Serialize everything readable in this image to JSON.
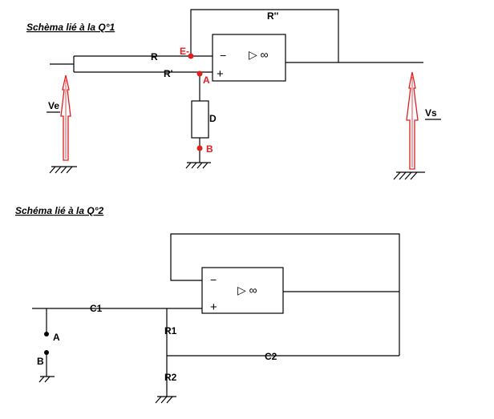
{
  "schema1": {
    "title": "Schèma lié à la Q°1",
    "labels": {
      "r": "R",
      "r_prime": "R'",
      "r_double": "R''",
      "e_minus": "E-",
      "a": "A",
      "b": "B",
      "d": "D",
      "ve": "Ve",
      "vs": "Vs"
    },
    "opamp": {
      "minus": "−",
      "plus": "+",
      "gain_symbol": "▷ ∞"
    }
  },
  "schema2": {
    "title": "Schéma lié à la Q°2",
    "labels": {
      "c1": "C1",
      "c2": "C2",
      "r1": "R1",
      "r2": "R2",
      "a": "A",
      "b": "B"
    },
    "opamp": {
      "minus": "−",
      "plus": "+",
      "gain_symbol": "▷ ∞"
    }
  },
  "colors": {
    "wire": "#000000",
    "accent": "#e0201f"
  }
}
